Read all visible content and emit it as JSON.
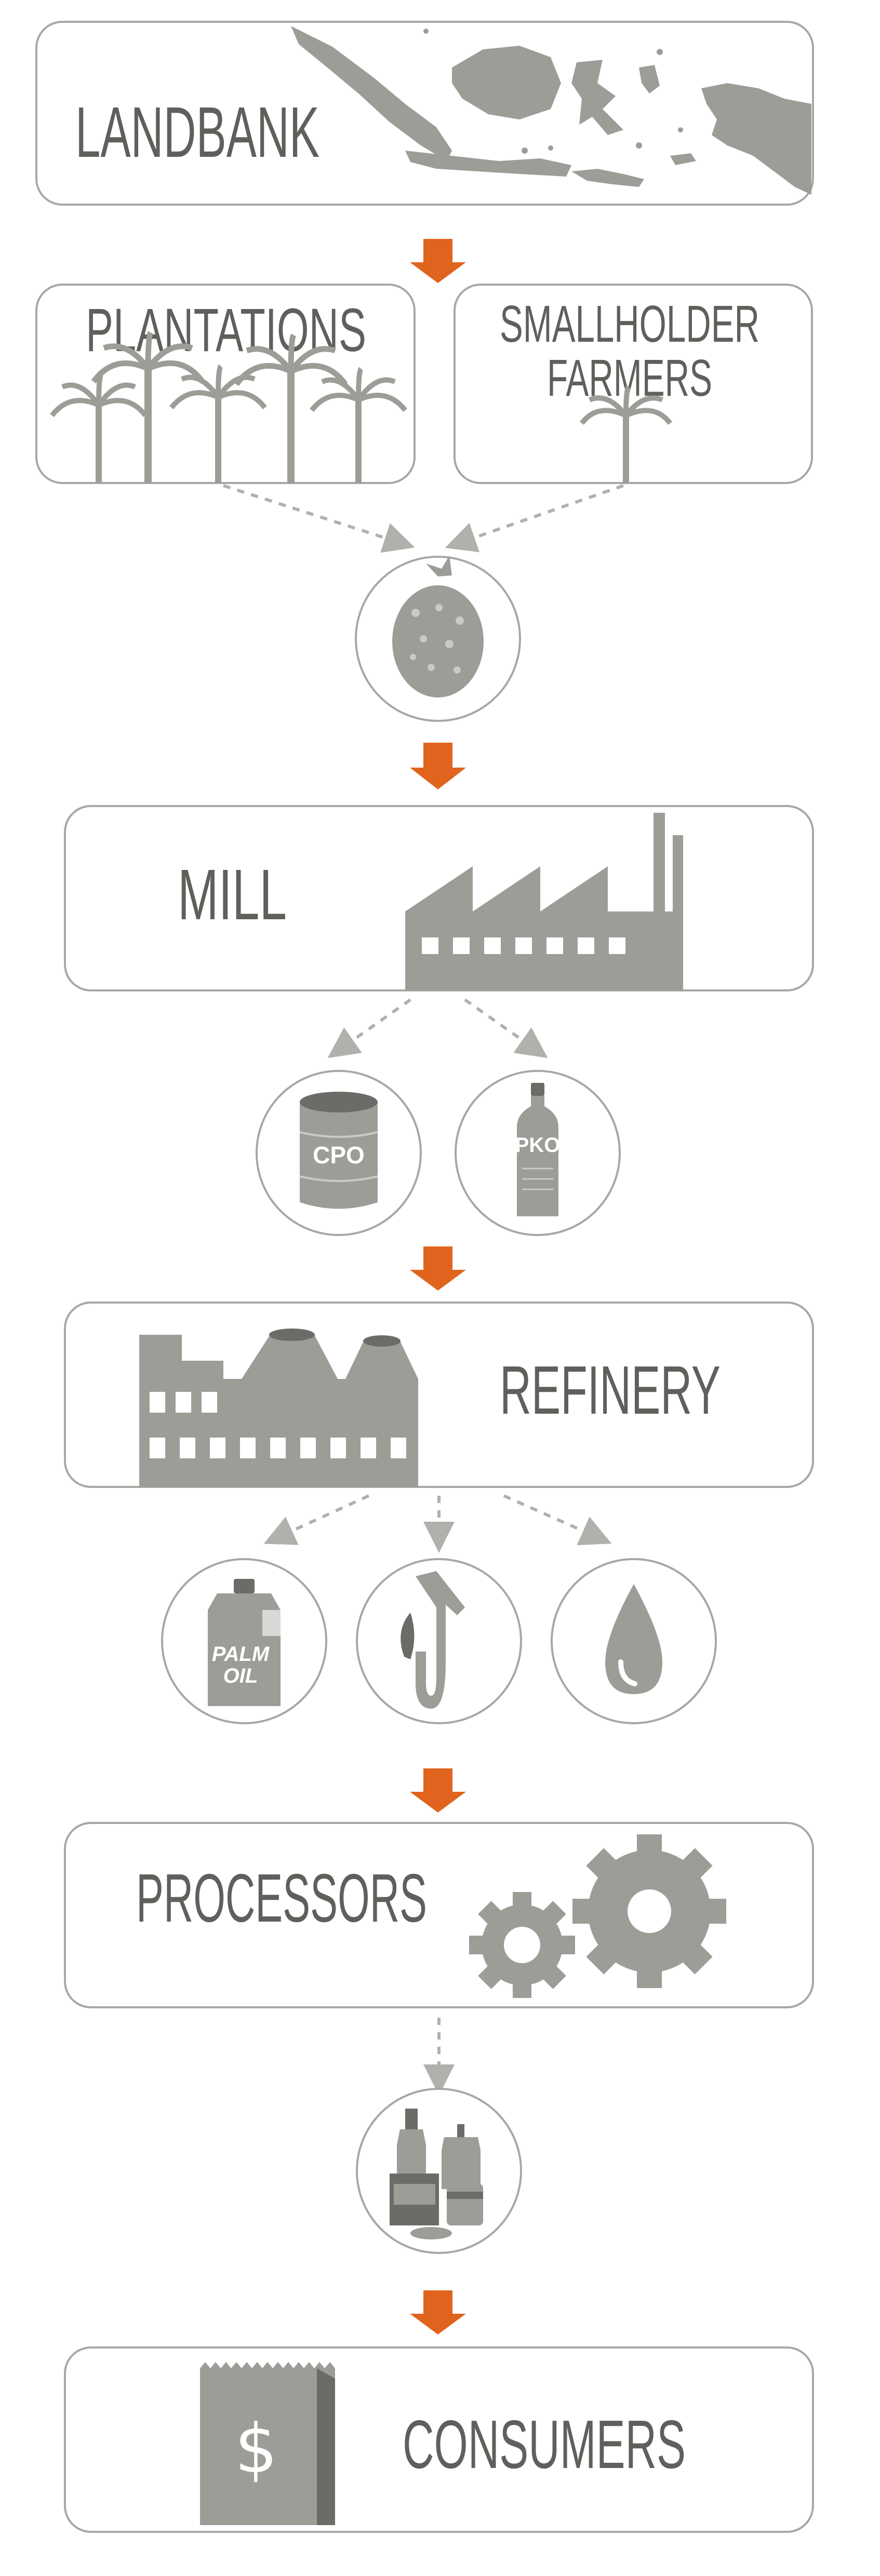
{
  "colors": {
    "box_border": "#a7a7a3",
    "icon_fill": "#9d9d98",
    "icon_dark": "#6b6b67",
    "text": "#5f5f5b",
    "arrow": "#e0641e",
    "dashed": "#b0b0ac"
  },
  "stages": {
    "landbank": "LANDBANK",
    "plantations": "PLANTATIONS",
    "smallholder_line1": "SMALLHOLDER",
    "smallholder_line2": "FARMERS",
    "mill": "MILL",
    "refinery": "REFINERY",
    "processors": "PROCESSORS",
    "consumers": "CONSUMERS"
  },
  "product_labels": {
    "cpo": "CPO",
    "pko": "PKO",
    "palm_oil_line1": "PALM",
    "palm_oil_line2": "OIL",
    "dollar": "$"
  },
  "icons": {
    "landbank": "indonesia-map-icon",
    "plantations": "palm-trees-icon",
    "smallholder": "palm-tree-icon",
    "fruit": "palm-fruit-bunch-icon",
    "mill": "factory-icon",
    "cpo": "oil-drum-icon",
    "pko": "oil-bottle-icon",
    "refinery": "refinery-icon",
    "palm_oil": "palm-oil-jug-icon",
    "biofuel": "biofuel-pump-nozzle-icon",
    "drop": "oil-drop-icon",
    "processors": "gears-icon",
    "consumer_products": "consumer-products-icon",
    "consumers": "shopping-bag-icon"
  }
}
